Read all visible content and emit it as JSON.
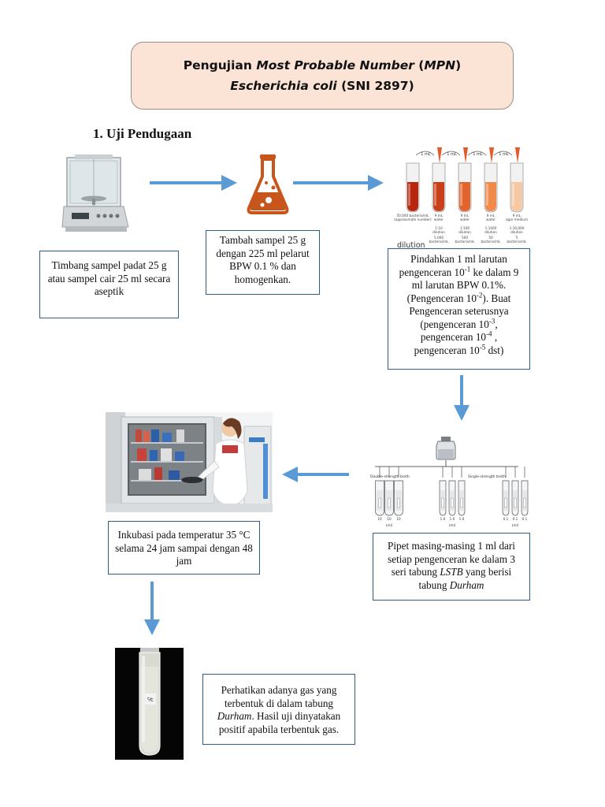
{
  "title": {
    "part1": "Pengujian ",
    "part2_italic": "Most Probable Number",
    "part3": " (",
    "part4_italic": "MPN",
    "part5": ")",
    "line2_italic": "Escherichia coli",
    "line2_rest": " (SNI 2897)"
  },
  "section_heading": "1.  Uji Pendugaan",
  "steps": {
    "weigh": "Timbang sampel padat 25 g atau sampel cair 25 ml secara aseptik",
    "add": "Tambah sampel 25 g dengan 225 ml pelarut BPW 0.1 % dan homogenkan.",
    "transfer": {
      "t1": "Pindahkan 1 ml larutan pengenceran 10",
      "s1": "-1",
      "t2": "  ke dalam 9 ml larutan BPW 0.1%. (Pengenceran 10",
      "s2": "-2",
      "t3": "). Buat Pengenceran seterusnya (pengenceran 10",
      "s3": "-3",
      "t4": ", pengenceran 10",
      "s4": "-4",
      "t5": " , pengenceran 10",
      "s5": "-5",
      "t6": " dst)"
    },
    "pipette": {
      "t1": "Pipet masing-masing 1 ml dari setiap pengenceran ke dalam 3 seri tabung ",
      "i1": "LSTB",
      "t2": " yang berisi tabung ",
      "i2": "Durham"
    },
    "incubate": "Inkubasi pada temperatur 35 °C selama 24 jam sampai dengan 48 jam",
    "observe": {
      "t1": "Perhatikan adanya gas yang terbentuk di dalam tabung ",
      "i1": "Durham",
      "t2": ". Hasil uji dinyatakan positif apabila terbentuk gas."
    }
  },
  "dilution_image": {
    "word": "dilution",
    "row1": [
      "50,000 bacteria/mL (approximate number)",
      "9 mL water",
      "9 mL water",
      "9 mL water",
      "9 mL agar medium"
    ],
    "row2": [
      "",
      "1:10 dilution",
      "1:100 dilution",
      "1:1000 dilution",
      "1:10,000 dilution"
    ],
    "row3": [
      "",
      "5,000 bacteria/mL",
      "500 bacteria/mL",
      "50 bacteria/mL",
      "5 bacteria/mL"
    ],
    "transfer_label": "1 mL",
    "tube_colors": [
      "#b8260e",
      "#c8401a",
      "#e0642c",
      "#f08a4a",
      "#f6c8a4"
    ]
  },
  "mpn_image": {
    "double_label": "Double-strength broth",
    "single_label": "Single-strength broth",
    "volumes": [
      "10",
      "10",
      "10",
      "1.0",
      "1.0",
      "1.0",
      "0.1",
      "0.1",
      "0.1"
    ],
    "units": [
      "(ml)",
      "(ml)",
      "(ml)"
    ]
  },
  "colors": {
    "arrow": "#5b9bd5",
    "box_border": "#2e5d8a",
    "title_fill": "#fbe3d6",
    "flask": "#c8561c"
  },
  "icons": [
    "balance-icon",
    "flask-icon",
    "incubator-lab-icon",
    "test-tube-icon"
  ]
}
